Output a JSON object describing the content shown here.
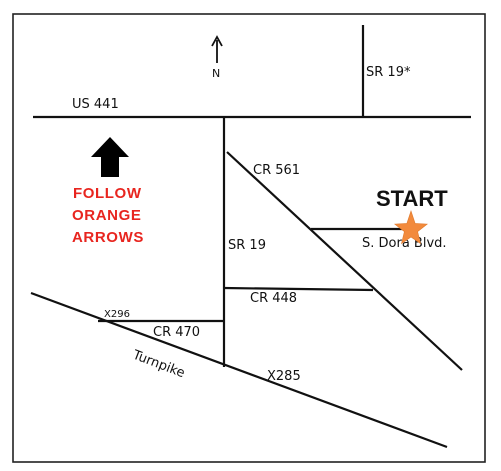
{
  "map": {
    "north_label": "N",
    "roads": {
      "us441": "US 441",
      "sr19_north": "SR 19*",
      "sr19": "SR 19",
      "cr561": "CR 561",
      "dora": "S. Dora Blvd.",
      "cr448": "CR 448",
      "cr470": "CR 470",
      "x296": "X296",
      "turnpike": "Turnpike",
      "x285": "X285"
    },
    "start_label": "START",
    "follow_lines": [
      "FOLLOW",
      "ORANGE",
      "ARROWS"
    ],
    "colors": {
      "line": "#111111",
      "start_star": "#f28a3c",
      "follow_text": "#e8251f",
      "arrow": "#000000"
    },
    "icons": {
      "north": "north-arrow-icon",
      "direction": "up-arrow-icon",
      "start": "star-icon"
    }
  }
}
